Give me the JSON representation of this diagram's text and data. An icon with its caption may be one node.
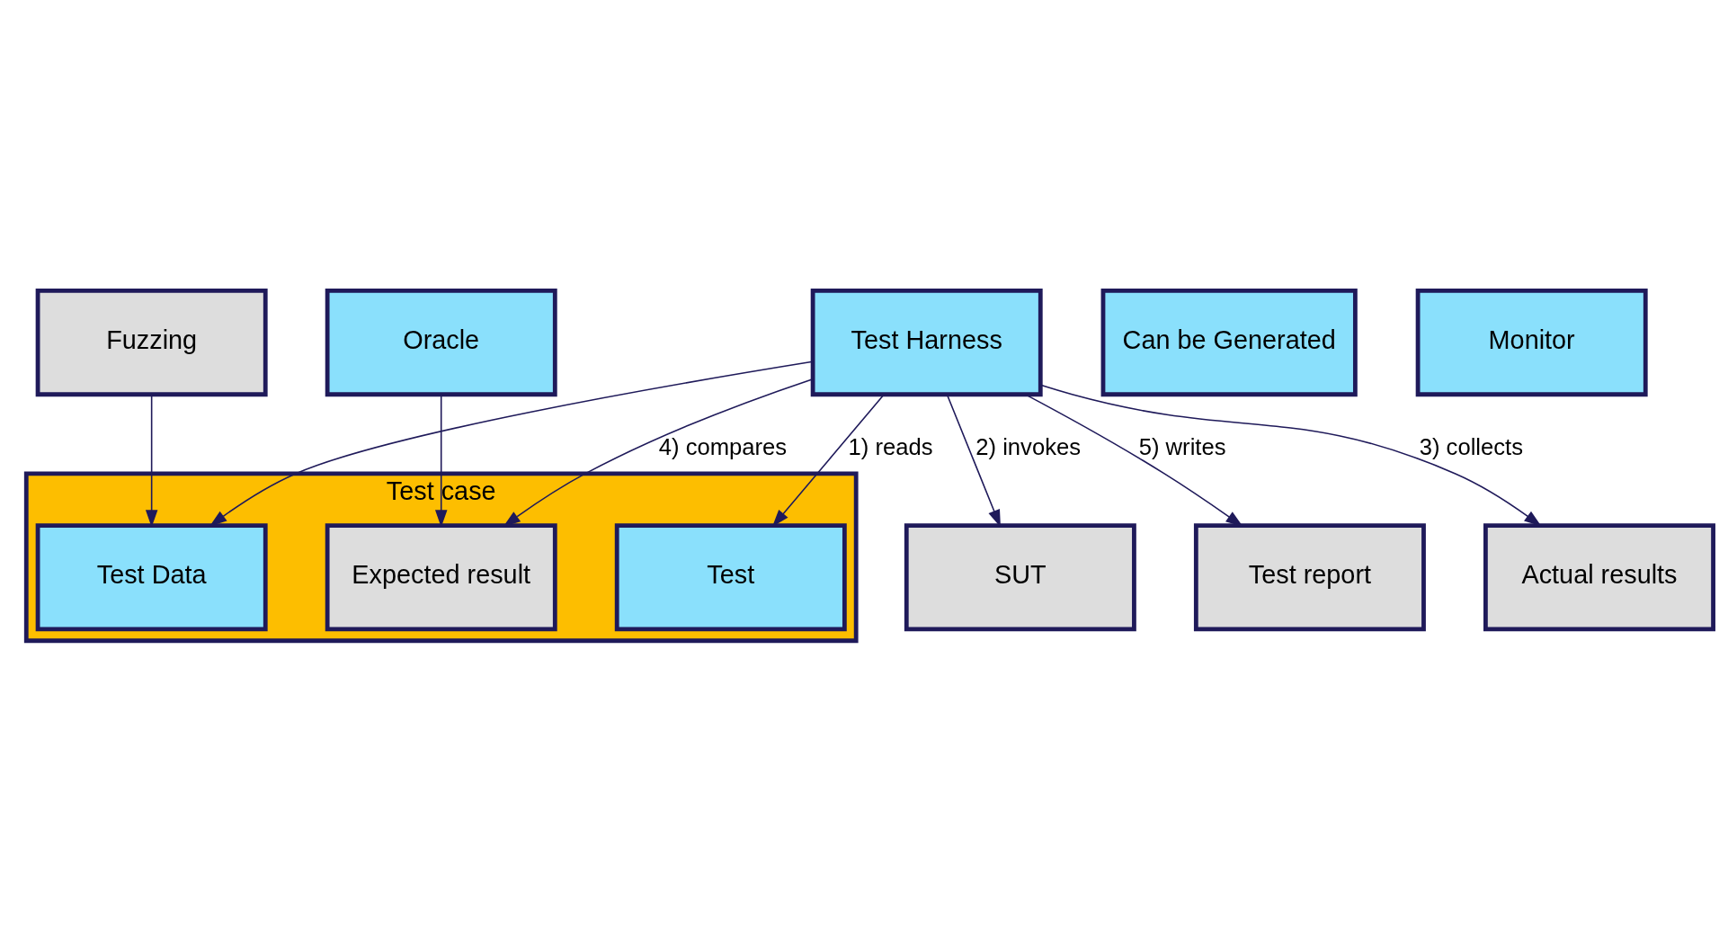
{
  "diagram": {
    "nodes": [
      {
        "text": [
          "Fuzzing"
        ]
      },
      {
        "text": [
          "Oracle"
        ]
      },
      {
        "text": [
          "Can be Generated"
        ]
      },
      {
        "text": [
          "Test case"
        ]
      },
      {
        "text": [
          "Test"
        ],
        "in": 3
      },
      {
        "text": [
          "Test Data"
        ],
        "in": 3
      },
      {
        "text": [
          "Expected result"
        ],
        "in": 3
      },
      {
        "text": [
          "Test Harness"
        ]
      },
      {
        "text": [
          "Monitor"
        ]
      },
      {
        "text": [
          "SUT"
        ]
      },
      {
        "text": [
          "Test report"
        ]
      },
      {
        "text": [
          "Actual results"
        ]
      }
    ],
    "edges": [
      {
        "from": 0,
        "to": 5,
        "arrow": "to"
      },
      {
        "from": 1,
        "to": 6,
        "arrow": "to"
      },
      {
        "from": 7,
        "to": 4,
        "arrow": "to",
        "label": "1) reads"
      },
      {
        "from": 7,
        "to": 5,
        "arrow": "to"
      },
      {
        "from": 7,
        "to": 9,
        "arrow": "to",
        "label": "2) invokes"
      },
      {
        "from": 7,
        "to": 11,
        "arrow": "to",
        "label": "3) collects"
      },
      {
        "from": 7,
        "to": 6,
        "arrow": "to",
        "label": "4) compares"
      },
      {
        "from": 7,
        "to": 10,
        "arrow": "to",
        "label": "5) writes"
      }
    ]
  }
}
